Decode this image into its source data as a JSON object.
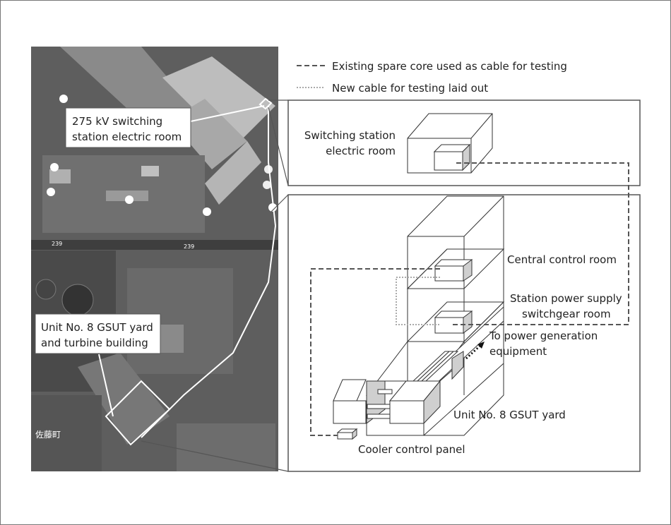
{
  "legend": {
    "existing": "Existing spare core used as cable for testing",
    "new": "New cable for testing laid out"
  },
  "map": {
    "callout_switching": [
      "275 kV switching",
      "station electric room"
    ],
    "callout_unit8": [
      "Unit No. 8 GSUT yard",
      "and turbine building"
    ],
    "road_number": "239",
    "place_label": "佐藤町"
  },
  "top_panel": {
    "label": [
      "Switching station",
      "electric room"
    ]
  },
  "bottom_panel": {
    "central_control_room": "Central control room",
    "station_power": [
      "Station power supply",
      "switchgear room"
    ],
    "to_power_gen": [
      "To power generation",
      "equipment"
    ],
    "gsut_yard": "Unit No. 8 GSUT yard",
    "cooler_panel": "Cooler control panel"
  },
  "colors": {
    "existing_line": "#555555",
    "new_line": "#aaaaaa",
    "equipment_shade": "#cfcfcf"
  }
}
